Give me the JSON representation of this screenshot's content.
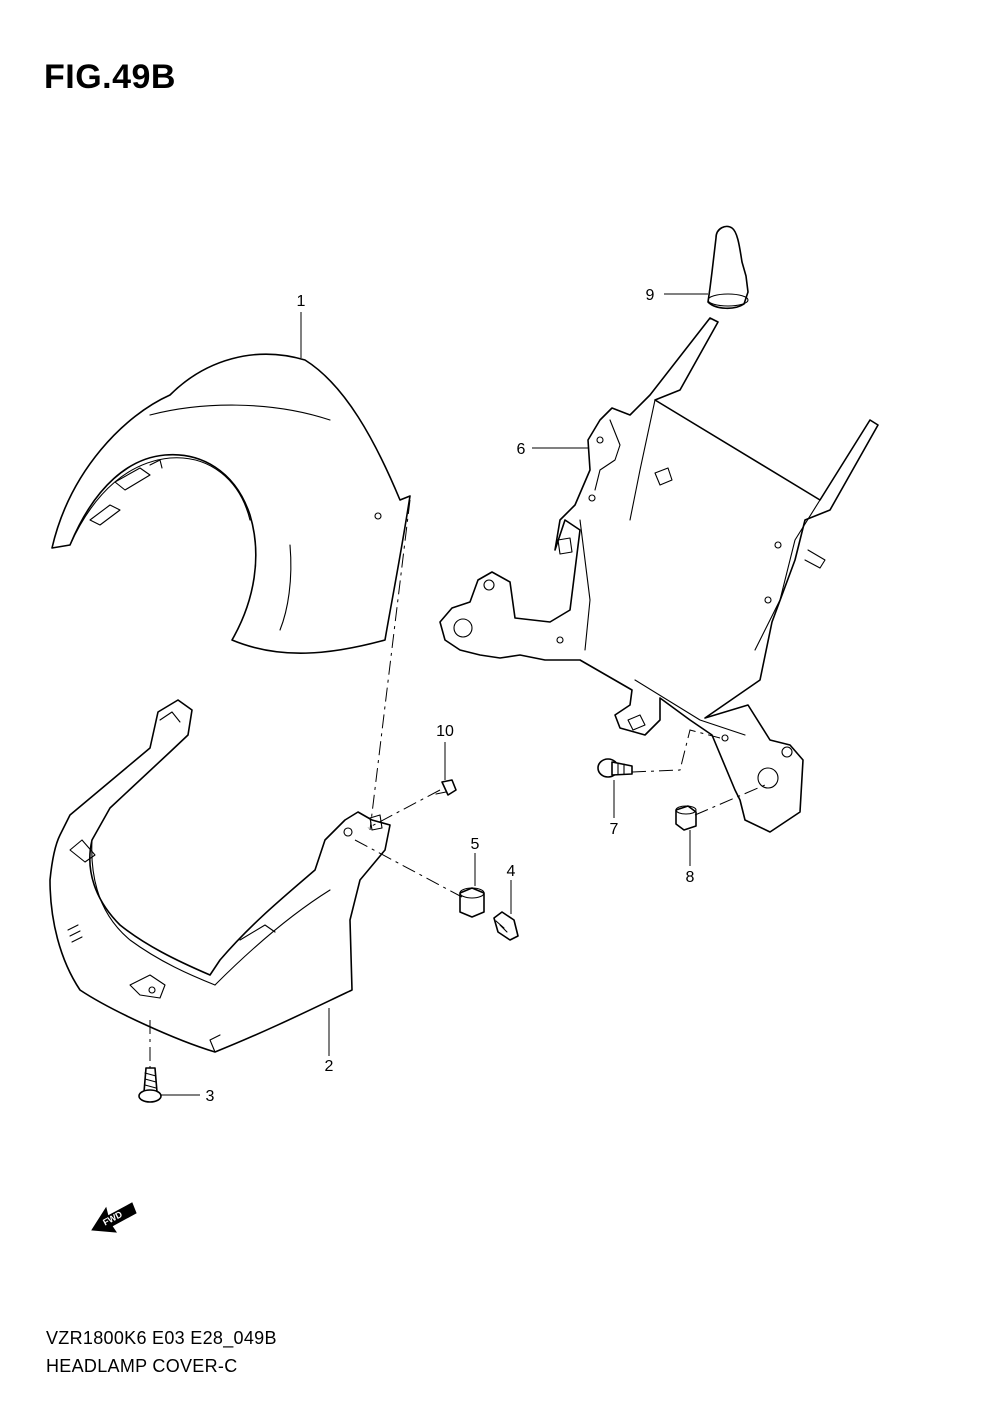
{
  "figure": {
    "title": "FIG.49B"
  },
  "footer": {
    "model_code": "VZR1800K6 E03 E28_049B",
    "assembly_name": "HEADLAMP COVER-C"
  },
  "callouts": {
    "p1": "1",
    "p2": "2",
    "p3": "3",
    "p4": "4",
    "p5": "5",
    "p6": "6",
    "p7": "7",
    "p8": "8",
    "p9": "9",
    "p10": "10"
  },
  "fwd_arrow": {
    "label": "FWD",
    "icon": "fwd-arrow-icon"
  },
  "colors": {
    "line": "#000000",
    "background": "#ffffff"
  }
}
